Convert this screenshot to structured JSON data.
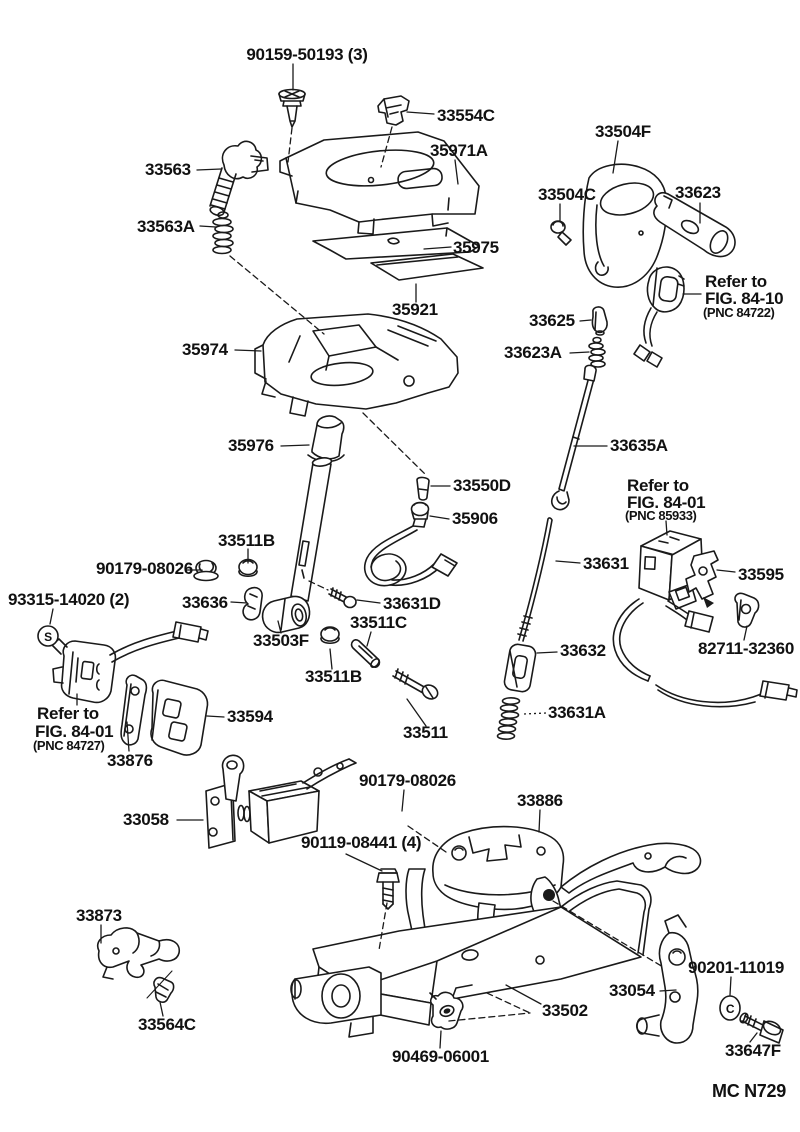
{
  "diagram": {
    "footer_code": "MC N729",
    "ink": "#1a1a1a",
    "paper": "#ffffff",
    "labels": {
      "p90159": "90159-50193 (3)",
      "p33554c": "33554C",
      "p35971a": "35971A",
      "p33504f": "33504F",
      "p33563": "33563",
      "p33504c": "33504C",
      "p33623": "33623",
      "p33563a": "33563A",
      "p35975": "35975",
      "p35921": "35921",
      "p33625": "33625",
      "p33623a": "33623A",
      "p35974": "35974",
      "p35976": "35976",
      "p33635a": "33635A",
      "p33550d": "33550D",
      "p35906": "35906",
      "p33511b_top": "33511B",
      "p90179_top": "90179-08026",
      "p33631": "33631",
      "p33595": "33595",
      "p93315": "93315-14020 (2)",
      "p33636": "33636",
      "p33631d": "33631D",
      "p33511c": "33511C",
      "p33503f": "33503F",
      "p33594": "33594",
      "p33876": "33876",
      "p33511b_mid": "33511B",
      "p33511": "33511",
      "p33632": "33632",
      "p33631a": "33631A",
      "p82711": "82711-32360",
      "p90179_low": "90179-08026",
      "p33886": "33886",
      "p33058": "33058",
      "p90119": "90119-08441 (4)",
      "p33873": "33873",
      "p33564c": "33564C",
      "p90201": "90201-11019",
      "p33054": "33054",
      "p33502": "33502",
      "p90469": "90469-06001",
      "p33647f": "33647F"
    },
    "references": {
      "fig8410": {
        "l1": "Refer to",
        "l2": "FIG. 84-10",
        "l3": "(PNC 84722)"
      },
      "fig8401a": {
        "l1": "Refer to",
        "l2": "FIG. 84-01",
        "l3": "(PNC 85933)"
      },
      "fig8401b": {
        "l1": "Refer to",
        "l2": "FIG. 84-01",
        "l3": "(PNC 84727)"
      }
    },
    "markers": {
      "s": "S",
      "c": "C"
    }
  }
}
